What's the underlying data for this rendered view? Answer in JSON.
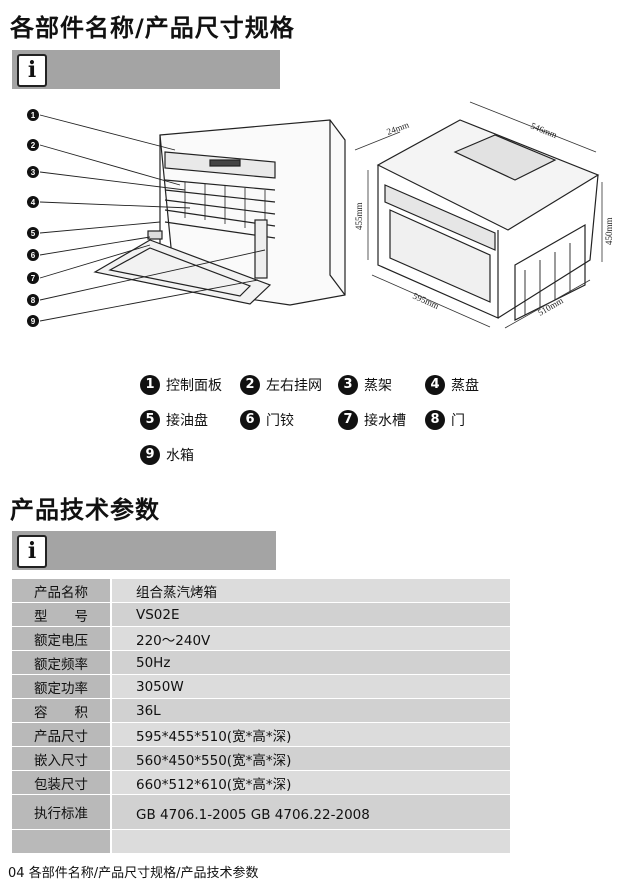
{
  "section1": {
    "title": "各部件名称/产品尺寸规格",
    "info_icon": "info-icon"
  },
  "diagram": {
    "callouts": [
      "1",
      "2",
      "3",
      "4",
      "5",
      "6",
      "7",
      "8",
      "9"
    ],
    "dimensions": {
      "depth_top": "546mm",
      "side": "24mm",
      "height_left": "455mm",
      "height_right": "450mm",
      "width_bottom": "595mm",
      "depth_bottom": "510mm"
    }
  },
  "legend": [
    {
      "num": "1",
      "label": "控制面板"
    },
    {
      "num": "2",
      "label": "左右挂网"
    },
    {
      "num": "3",
      "label": "蒸架"
    },
    {
      "num": "4",
      "label": "蒸盘"
    },
    {
      "num": "5",
      "label": "接油盘"
    },
    {
      "num": "6",
      "label": "门铰"
    },
    {
      "num": "7",
      "label": "接水槽"
    },
    {
      "num": "8",
      "label": "门"
    },
    {
      "num": "9",
      "label": "水箱"
    }
  ],
  "section2": {
    "title": "产品技术参数",
    "info_icon": "info-icon"
  },
  "spec_table": [
    {
      "key": "产品名称",
      "value": "组合蒸汽烤箱"
    },
    {
      "key": "型　　号",
      "value": "VS02E"
    },
    {
      "key": "额定电压",
      "value": "220～240V"
    },
    {
      "key": "额定频率",
      "value": "50Hz"
    },
    {
      "key": "额定功率",
      "value": "3050W"
    },
    {
      "key": "容　　积",
      "value": "36L"
    },
    {
      "key": "产品尺寸",
      "value": "595*455*510(宽*高*深)"
    },
    {
      "key": "嵌入尺寸",
      "value": "560*450*550(宽*高*深)"
    },
    {
      "key": "包装尺寸",
      "value": "660*512*610(宽*高*深)"
    },
    {
      "key": "执行标准",
      "value": "GB 4706.1-2005   GB 4706.22-2008"
    },
    {
      "key": "",
      "value": ""
    }
  ],
  "footer": {
    "page": "04",
    "text": "各部件名称/产品尺寸规格/产品技术参数"
  }
}
